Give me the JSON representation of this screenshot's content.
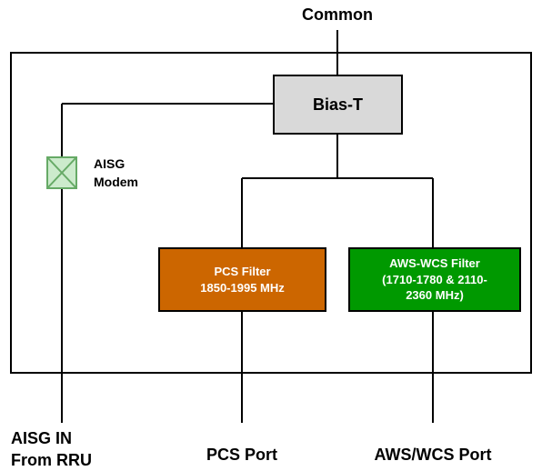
{
  "labels": {
    "common": "Common",
    "aisg_modem": "AISG\nModem",
    "aisg_in": "AISG IN\nFrom RRU",
    "pcs_port": "PCS Port",
    "aws_port": "AWS/WCS Port"
  },
  "blocks": {
    "bias_t": {
      "label": "Bias-T",
      "fill": "#d9d9d9",
      "text_color": "#000000"
    },
    "pcs_filter": {
      "label": "PCS Filter\n1850-1995 MHz",
      "fill": "#cc6600",
      "text_color": "#ffffff"
    },
    "aws_filter": {
      "label": "AWS-WCS Filter\n(1710-1780 & 2110-\n2360 MHz)",
      "fill": "#009900",
      "text_color": "#ffffff"
    }
  },
  "modem_icon": {
    "name": "modem-cross-icon",
    "fill": "#ccebcc",
    "stroke": "#66aa66"
  },
  "line_color": "#000000"
}
